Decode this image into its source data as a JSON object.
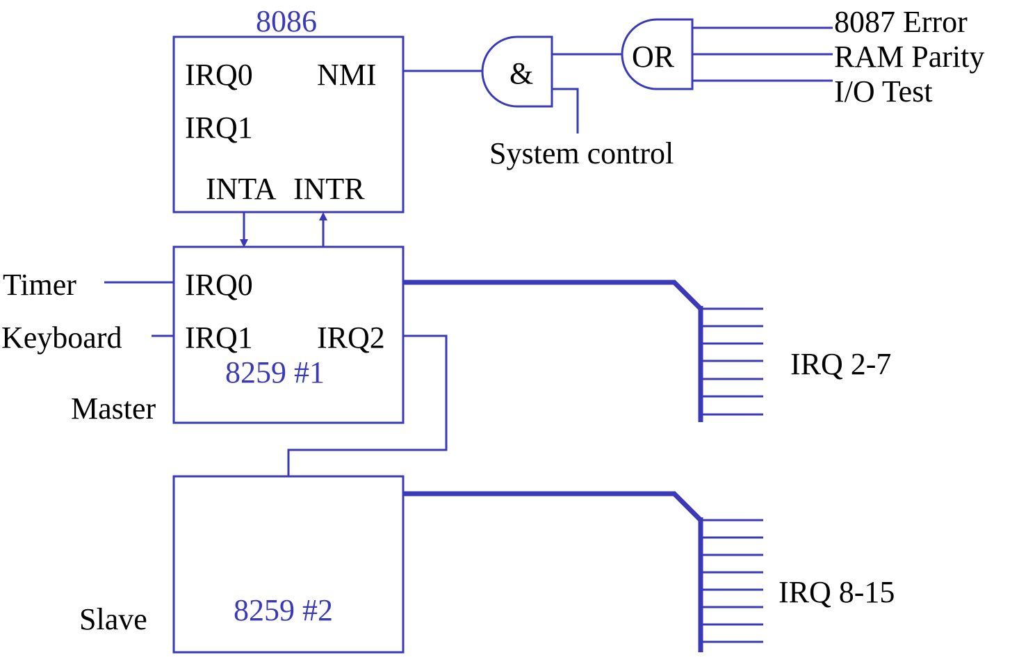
{
  "cpu": {
    "title": "8086",
    "irq0": "IRQ0",
    "irq1": "IRQ1",
    "nmi": "NMI",
    "inta": "INTA",
    "intr": "INTR"
  },
  "and_gate": {
    "label": "&"
  },
  "or_gate": {
    "label": "OR"
  },
  "system_control": "System control",
  "nmi_sources": [
    "8087 Error",
    "RAM Parity",
    "I/O Test"
  ],
  "master": {
    "irq0": "IRQ0",
    "irq1": "IRQ1",
    "irq2": "IRQ2",
    "chip": "8259 #1",
    "role": "Master"
  },
  "slave": {
    "chip": "8259 #2",
    "role": "Slave"
  },
  "inputs": {
    "timer": "Timer",
    "keyboard": "Keyboard"
  },
  "bus_labels": {
    "master": "IRQ 2-7",
    "slave": "IRQ 8-15"
  },
  "colors": {
    "line": "#3a3ab8",
    "chip_label": "#3a3ab8",
    "text": "#000000"
  }
}
